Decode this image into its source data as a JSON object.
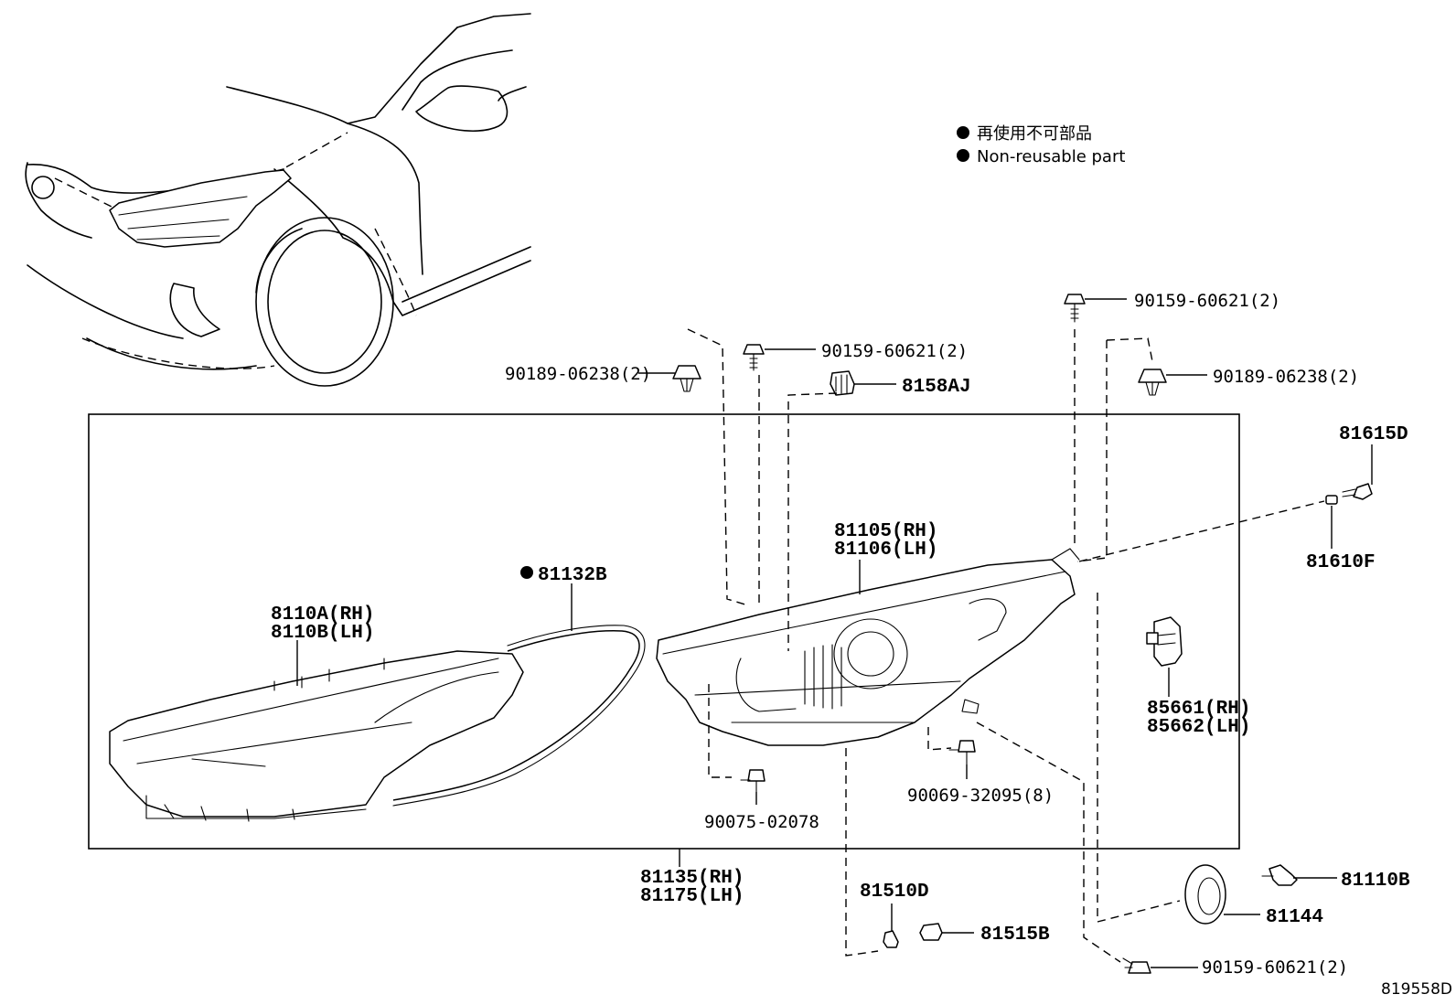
{
  "legend": {
    "line1": "再使用不可部品",
    "line2": "Non-reusable part"
  },
  "parts": {
    "p_90159_top": "90159-60621(2)",
    "p_90159_mid": "90159-60621(2)",
    "p_90189_left": "90189-06238(2)",
    "p_90189_right": "90189-06238(2)",
    "p_8158AJ": "8158AJ",
    "p_81615D": "81615D",
    "p_81610F": "81610F",
    "p_81105": "81105(RH)",
    "p_81106": "81106(LH)",
    "p_81132B": "81132B",
    "p_8110A": "8110A(RH)",
    "p_8110B": "8110B(LH)",
    "p_85661": "85661(RH)",
    "p_85662": "85662(LH)",
    "p_90075": "90075-02078",
    "p_90069": "90069-32095(8)",
    "p_81135": "81135(RH)",
    "p_81175": "81175(LH)",
    "p_81510D": "81510D",
    "p_81515B": "81515B",
    "p_81110B": "81110B",
    "p_81144": "81144",
    "p_90159_bottom": "90159-60621(2)"
  },
  "diagram_code": "819558D",
  "colors": {
    "ink": "#000000",
    "paper": "#ffffff"
  }
}
